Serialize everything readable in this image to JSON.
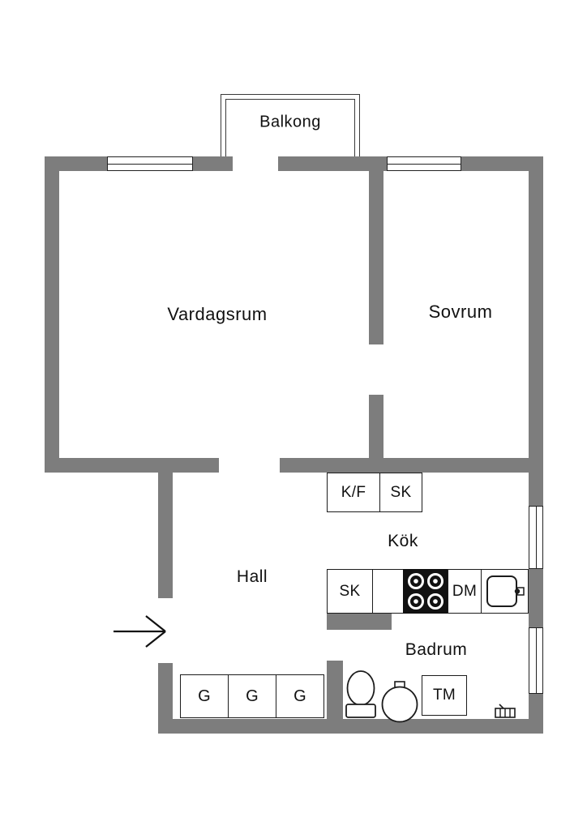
{
  "colors": {
    "wall": "#7d7d7d",
    "line": "#1c1c1c",
    "background": "#ffffff"
  },
  "rooms": {
    "balcony": {
      "label": "Balkong"
    },
    "living_room": {
      "label": "Vardagsrum"
    },
    "bedroom": {
      "label": "Sovrum"
    },
    "kitchen": {
      "label": "Kök"
    },
    "hall": {
      "label": "Hall"
    },
    "bathroom": {
      "label": "Badrum"
    }
  },
  "fixtures": {
    "fridge_freezer": {
      "label": "K/F"
    },
    "upper_cabinet": {
      "label": "SK"
    },
    "counter_cabinet": {
      "label": "SK"
    },
    "dishwasher": {
      "label": "DM"
    },
    "washing_machine": {
      "label": "TM"
    },
    "wardrobes": [
      {
        "label": "G"
      },
      {
        "label": "G"
      },
      {
        "label": "G"
      }
    ]
  },
  "icons": {
    "stove": "stove-burners-icon",
    "sink": "kitchen-sink-icon",
    "toilet": "toilet-icon",
    "washbasin": "washbasin-icon",
    "floor_drain": "floor-drain-icon",
    "entrance": "entrance-arrow-icon"
  }
}
